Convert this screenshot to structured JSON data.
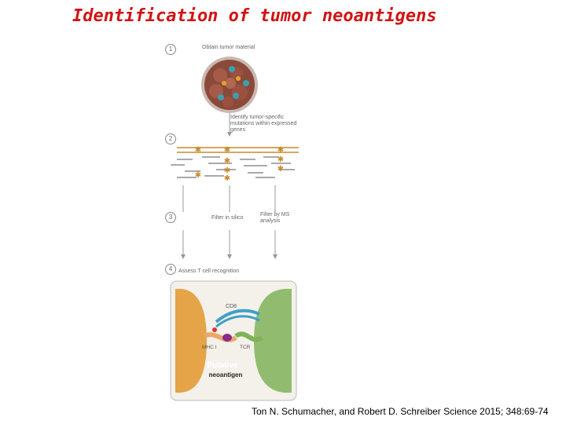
{
  "title": "Identification of tumor neoantigens",
  "steps": [
    {
      "num": "1",
      "label": "Obtain tumor material"
    },
    {
      "num": "2",
      "label": "Identify tumor-specific mutations within expressed genes"
    },
    {
      "num": "3",
      "label_left": "Filter in silico",
      "label_right": "Filter by MS analysis"
    },
    {
      "num": "4",
      "label": "Assess T cell recognition"
    }
  ],
  "cell_labels": {
    "cd8": "CD8",
    "mhc": "MHC I",
    "tcr": "TCR",
    "putative_1": "Putative",
    "putative_2": "neoantigen"
  },
  "citation": "Ton N. Schumacher, and Robert D. Schreiber Science 2015; 348:69-74",
  "colors": {
    "title": "#d11414",
    "tumor": "#8a4a3a",
    "mutation": "#c98a2a",
    "apc": "#e0962a",
    "tcell": "#7fb35a",
    "cd8": "#3fa0c8"
  }
}
